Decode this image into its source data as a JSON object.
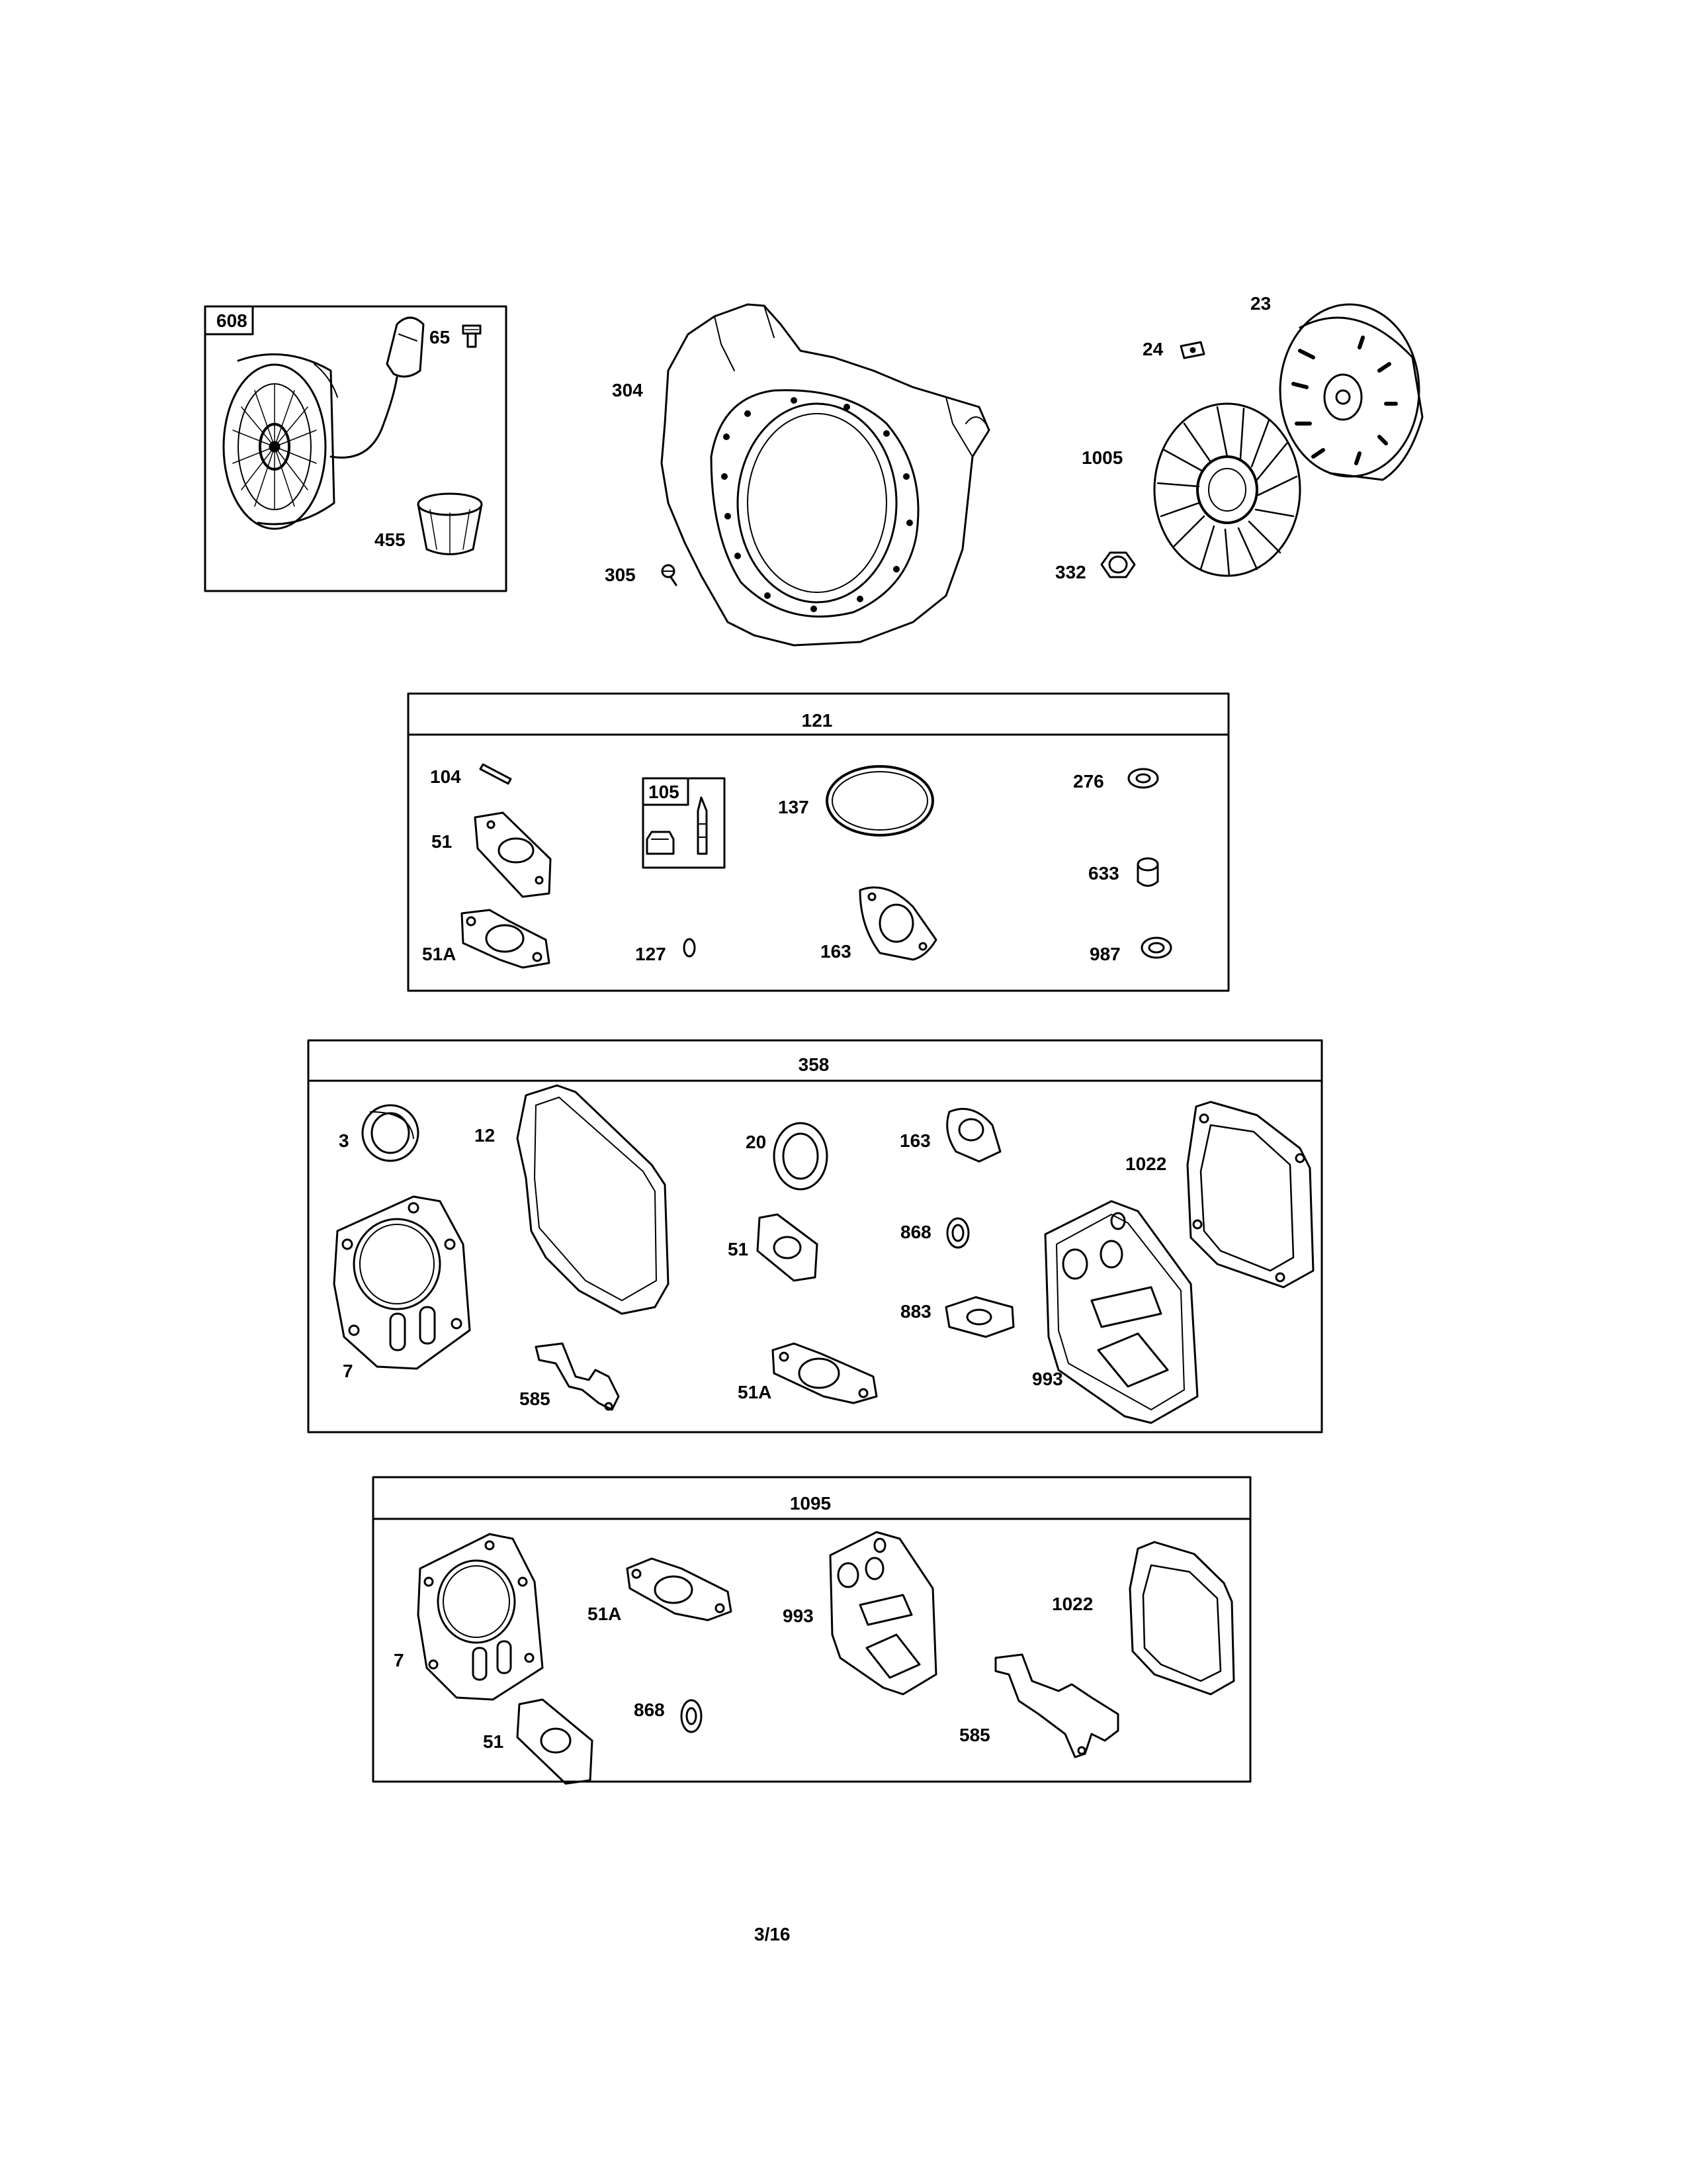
{
  "page_number": "3/16",
  "colors": {
    "ink": "#000000",
    "paper": "#ffffff"
  },
  "top_assemblies": {
    "starter_box_number": "608",
    "starter_parts": [
      "65",
      "455"
    ],
    "housing_parts": [
      "304",
      "305"
    ],
    "flywheel_parts": [
      "23",
      "24",
      "1005",
      "332"
    ]
  },
  "kit_121": {
    "title": "121",
    "inner_box_number": "105",
    "parts": [
      "104",
      "51",
      "51A",
      "137",
      "127",
      "163",
      "276",
      "633",
      "987"
    ]
  },
  "kit_358": {
    "title": "358",
    "parts": [
      "3",
      "12",
      "20",
      "163",
      "1022",
      "7",
      "51",
      "868",
      "883",
      "993",
      "585",
      "51A"
    ]
  },
  "kit_1095": {
    "title": "1095",
    "parts": [
      "7",
      "51A",
      "993",
      "1022",
      "51",
      "868",
      "585"
    ]
  }
}
